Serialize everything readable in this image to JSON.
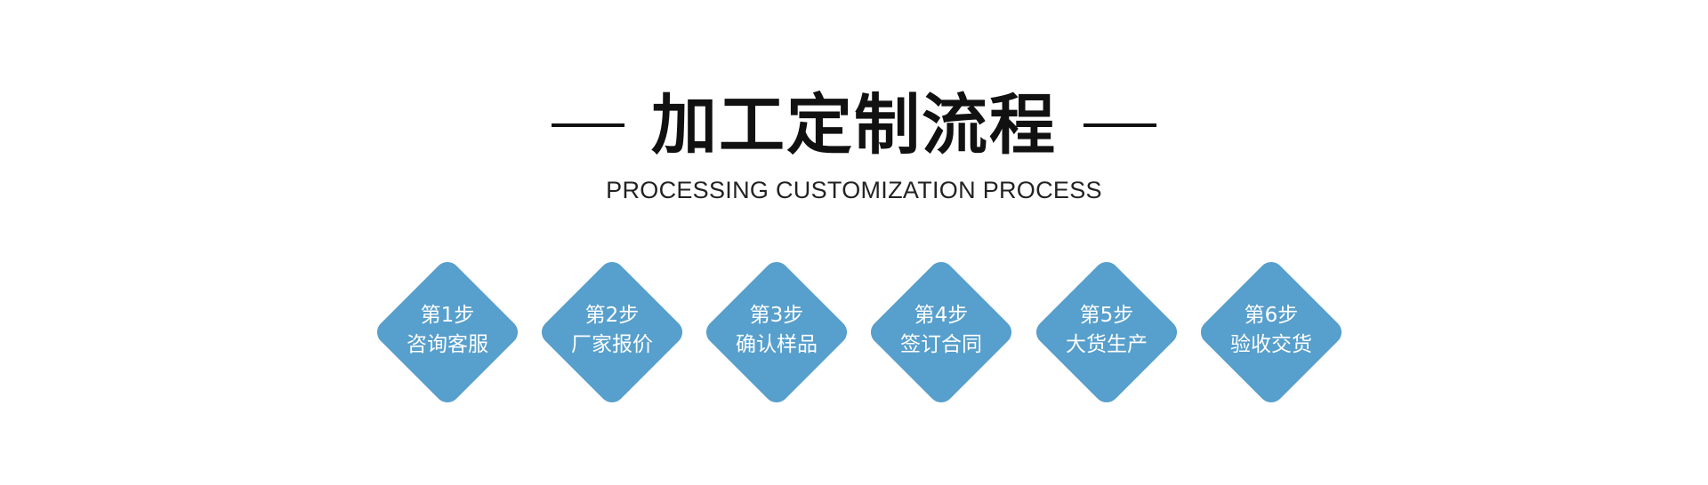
{
  "header": {
    "title": "加工定制流程",
    "subtitle": "PROCESSING CUSTOMIZATION PROCESS"
  },
  "steps": [
    {
      "number": "第1步",
      "name": "咨询客服"
    },
    {
      "number": "第2步",
      "name": "厂家报价"
    },
    {
      "number": "第3步",
      "name": "确认样品"
    },
    {
      "number": "第4步",
      "name": "签订合同"
    },
    {
      "number": "第5步",
      "name": "大货生产"
    },
    {
      "number": "第6步",
      "name": "验收交货"
    }
  ],
  "colors": {
    "diamond": "#579fcc",
    "title": "#111111",
    "step_text": "#ffffff"
  }
}
